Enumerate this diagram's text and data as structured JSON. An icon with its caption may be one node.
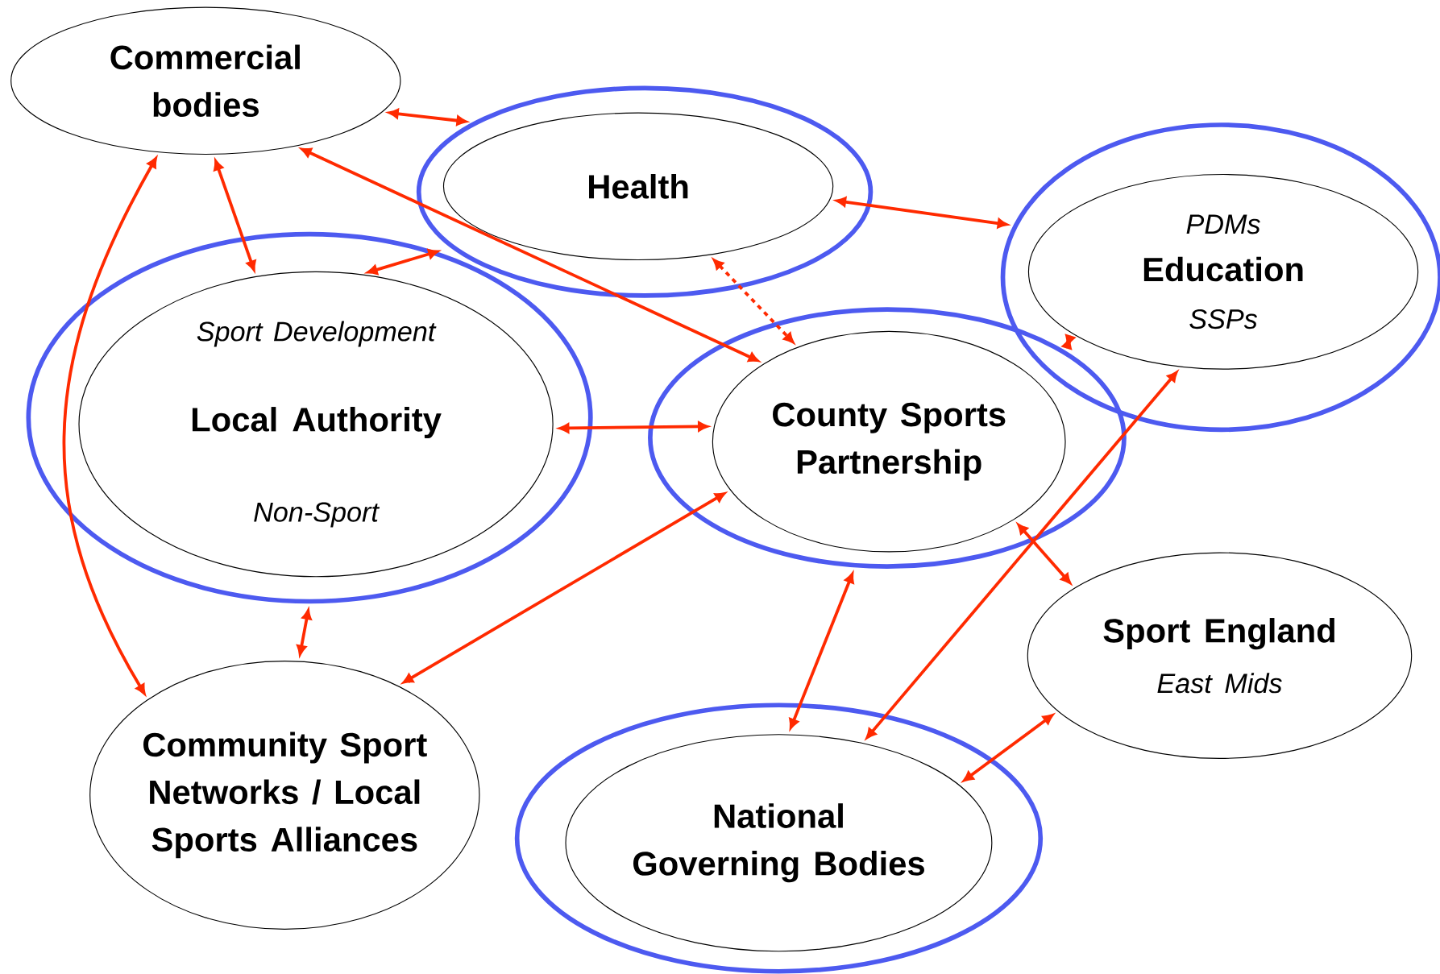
{
  "diagram": {
    "nodes": [
      {
        "text": [
          "Commercial bodies"
        ]
      },
      {
        "text": [],
        "shape": "ellipse"
      },
      {
        "text": [
          "Health"
        ],
        "in": 1
      },
      {
        "text": [],
        "shape": "ellipse"
      },
      {
        "text": [
          "PDMs",
          "Education",
          "SSPs"
        ],
        "in": 3
      },
      {
        "text": [],
        "shape": "ellipse"
      },
      {
        "text": [
          "Sport Development",
          "Local Authority",
          "Non-Sport"
        ],
        "in": 5
      },
      {
        "text": [],
        "shape": "ellipse"
      },
      {
        "text": [
          "County Sports Partnership"
        ],
        "in": 7
      },
      {
        "text": [
          "Sport England",
          "East Mids"
        ]
      },
      {
        "text": [
          "Community Sport Networks / Local Sports Alliances"
        ]
      },
      {
        "text": [],
        "shape": "ellipse"
      },
      {
        "text": [
          "National Governing Bodies"
        ],
        "in": 11
      }
    ],
    "edges": [
      {
        "from": 0,
        "to": 1,
        "arrow": "both"
      },
      {
        "from": 0,
        "to": 8,
        "arrow": "both"
      },
      {
        "from": 0,
        "to": 6,
        "arrow": "both"
      },
      {
        "from": 0,
        "to": 10,
        "arrow": "both"
      },
      {
        "from": 1,
        "to": 6,
        "arrow": "both"
      },
      {
        "from": 2,
        "to": 3,
        "arrow": "both"
      },
      {
        "from": 2,
        "to": 8,
        "arrow": "both",
        "style": "dashed"
      },
      {
        "from": 6,
        "to": 8,
        "arrow": "both"
      },
      {
        "from": 5,
        "to": 10,
        "arrow": "both"
      },
      {
        "from": 8,
        "to": 10,
        "arrow": "both"
      },
      {
        "from": 7,
        "to": 4,
        "arrow": "both"
      },
      {
        "from": 8,
        "to": 9,
        "arrow": "both"
      },
      {
        "from": 7,
        "to": 12,
        "arrow": "both"
      },
      {
        "from": 4,
        "to": 12,
        "arrow": "both"
      },
      {
        "from": 9,
        "to": 12,
        "arrow": "both"
      }
    ]
  }
}
